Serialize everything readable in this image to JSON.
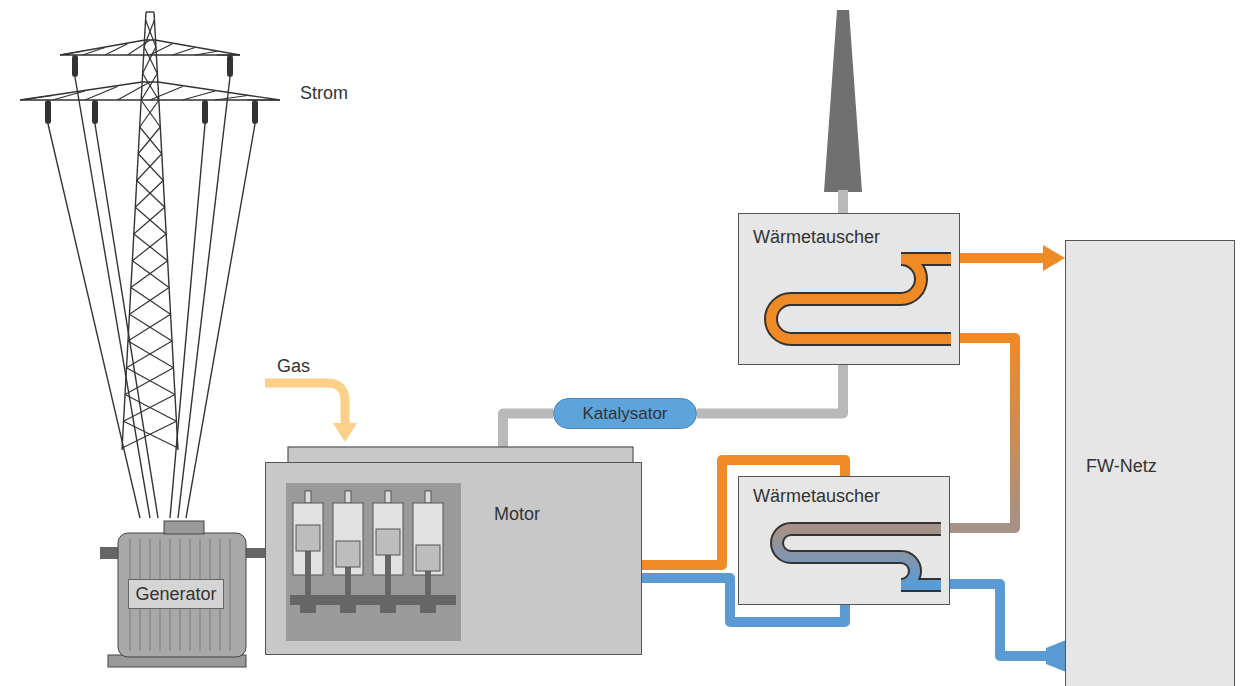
{
  "diagram": {
    "nodes": [
      {
        "text": [
          "Wärmetauscher"
        ]
      },
      {
        "text": [
          "FW-Netz"
        ]
      },
      {
        "text": [
          "Katalysator"
        ]
      },
      {
        "text": [
          "Motor"
        ]
      },
      {
        "text": [
          "Wärmetauscher"
        ]
      },
      {
        "text": [
          "Generator"
        ]
      }
    ],
    "edges": [
      {
        "from": 3,
        "to": 2,
        "arrow": "none"
      },
      {
        "from": 2,
        "to": 0,
        "arrow": "none"
      },
      {
        "from": 0,
        "to": 1,
        "arrow": "to"
      },
      {
        "from": 3,
        "to": 4,
        "arrow": "none"
      },
      {
        "from": 4,
        "to": 0,
        "arrow": "none"
      },
      {
        "from": 4,
        "to": 3,
        "arrow": "none"
      },
      {
        "from": 1,
        "to": 4,
        "arrow": "none"
      },
      {
        "from": 5,
        "to": 3,
        "arrow": "none"
      }
    ],
    "labels": [
      "Strom",
      "Gas"
    ]
  }
}
